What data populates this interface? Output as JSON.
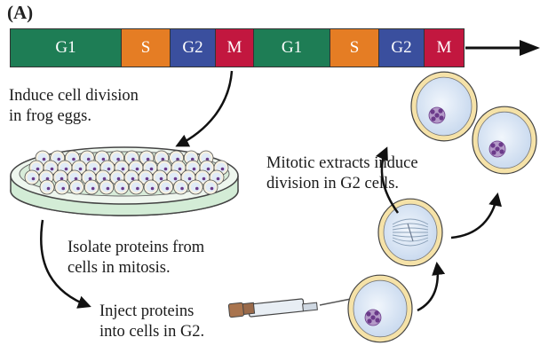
{
  "panel_label": "(A)",
  "cell_cycle": {
    "phases": [
      {
        "label": "G1",
        "color": "#1e7d55"
      },
      {
        "label": "S",
        "color": "#e57d24"
      },
      {
        "label": "G2",
        "color": "#3a4f9e"
      },
      {
        "label": "M",
        "color": "#c2173f"
      },
      {
        "label": "G1",
        "color": "#1e7d55"
      },
      {
        "label": "S",
        "color": "#e57d24"
      },
      {
        "label": "G2",
        "color": "#3a4f9e"
      },
      {
        "label": "M",
        "color": "#c2173f"
      }
    ]
  },
  "captions": {
    "induce_line1": "Induce cell division",
    "induce_line2": "in frog eggs.",
    "isolate_line1": "Isolate proteins from",
    "isolate_line2": "cells in mitosis.",
    "inject_line1": "Inject proteins",
    "inject_line2": "into cells in G2.",
    "mitotic_line1": "Mitotic extracts induce",
    "mitotic_line2": "division in G2 cells."
  },
  "colors": {
    "cell_fill": "#dbe6f5",
    "cell_ring": "#f5e2a8",
    "nucleus": "#6b3a8a",
    "dish_liquid": "#d3ecd6"
  },
  "icons": [
    "petri-dish-icon",
    "syringe-icon",
    "cell-icon",
    "arrow-icon"
  ]
}
